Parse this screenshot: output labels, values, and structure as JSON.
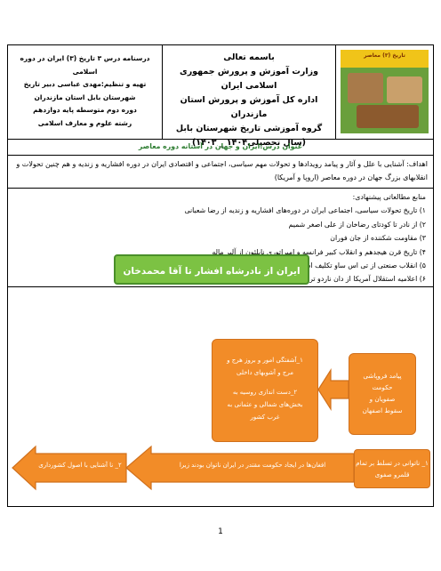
{
  "header": {
    "book_cover_title": "تاریخ (۳) معاصر",
    "center_lines": [
      "باسمه تعالی",
      "وزارت آموزش و پرورش جمهوری اسلامی ایران",
      "اداره کل آموزش و پرورش استان مازندران",
      "گروه آموزشی تاریخ شهرستان بابل",
      "(سال تحصیلی۱۴۰۴ _ ۱۴۰۳)"
    ],
    "left_lines": [
      "درسنامه درس ۳ تاریخ (۳) ایران در دوره",
      "اسلامی",
      "تهیه و تنظیم:مهدی عباسی دبیر تاریخ",
      "شهرستان بابل استان مازندران",
      "دوره دوم متوسطه پایه دوازدهم",
      "رشته علوم و معارف اسلامی"
    ]
  },
  "lesson": {
    "label": "عنوان درس:",
    "title": "ایران و جهان در آستانه دوره معاصر"
  },
  "goals": "اهداف: آشنایی با علل و آثار و پیامد رویدادها و تحولات مهم سیاسی، اجتماعی و اقتصادی ایران در دوره افشاریه و زندیه و هم چنین تحولات و انقلابهای بزرگ جهان در دوره معاصر (اروپا و آمریکا)",
  "refs": {
    "heading": "منابع مطالعاتی پیشنهادی:",
    "items": [
      "۱) تاریخ تحولات سیاسی، اجتماعی ایران در دوره‌های افشاریه و زندیه از رضا شعبانی",
      "۲) از نادر تا کودتای رضاخان از علی اصغر شمیم",
      "۳) مقاومت شکننده از جان فوران",
      "۴) تاریخ قرن هیجدهم و انقلاب کبیر فرانسه و امپراتوری ناپلئون از آلبر ماله",
      "۵) انقلاب صنعتی از تی اس ساو تکلیف اشتن",
      "۶) اعلامیه استقلال آمریکا از دان ناردو ترجمه مهدی حقیقت خواه"
    ]
  },
  "diagram": {
    "title": "ایران از نادرشاه افشار تا آقا محمدخان قاجار",
    "right_box": [
      "پیامد فروپاشی",
      "حکومت",
      "صفویان و",
      "سقوط اصفهان"
    ],
    "center_box": [
      "۱_آشفتگی امور و بروز هرج و",
      "مرج و آشوبهای داخلی",
      "",
      "۲_دست اندازی روسیه به",
      "بخش‌های شمالی و عثمانی به",
      "غرب کشور"
    ],
    "bottom_right_box": [
      "۱_ ناتوانی در تسلط بر تمام",
      "قلمرو صفوی"
    ],
    "bottom_center_arrow": "افغان‌ها در ایجاد حکومت مقتدر در ایران  ناتوان بودند زیرا",
    "bottom_left_arrow": "۲_ نا آشنایی با اصول کشورداری"
  },
  "page_number": "1",
  "colors": {
    "orange": "#f28c28",
    "green": "#7cc243",
    "lesson_green": "#2e7d32"
  }
}
